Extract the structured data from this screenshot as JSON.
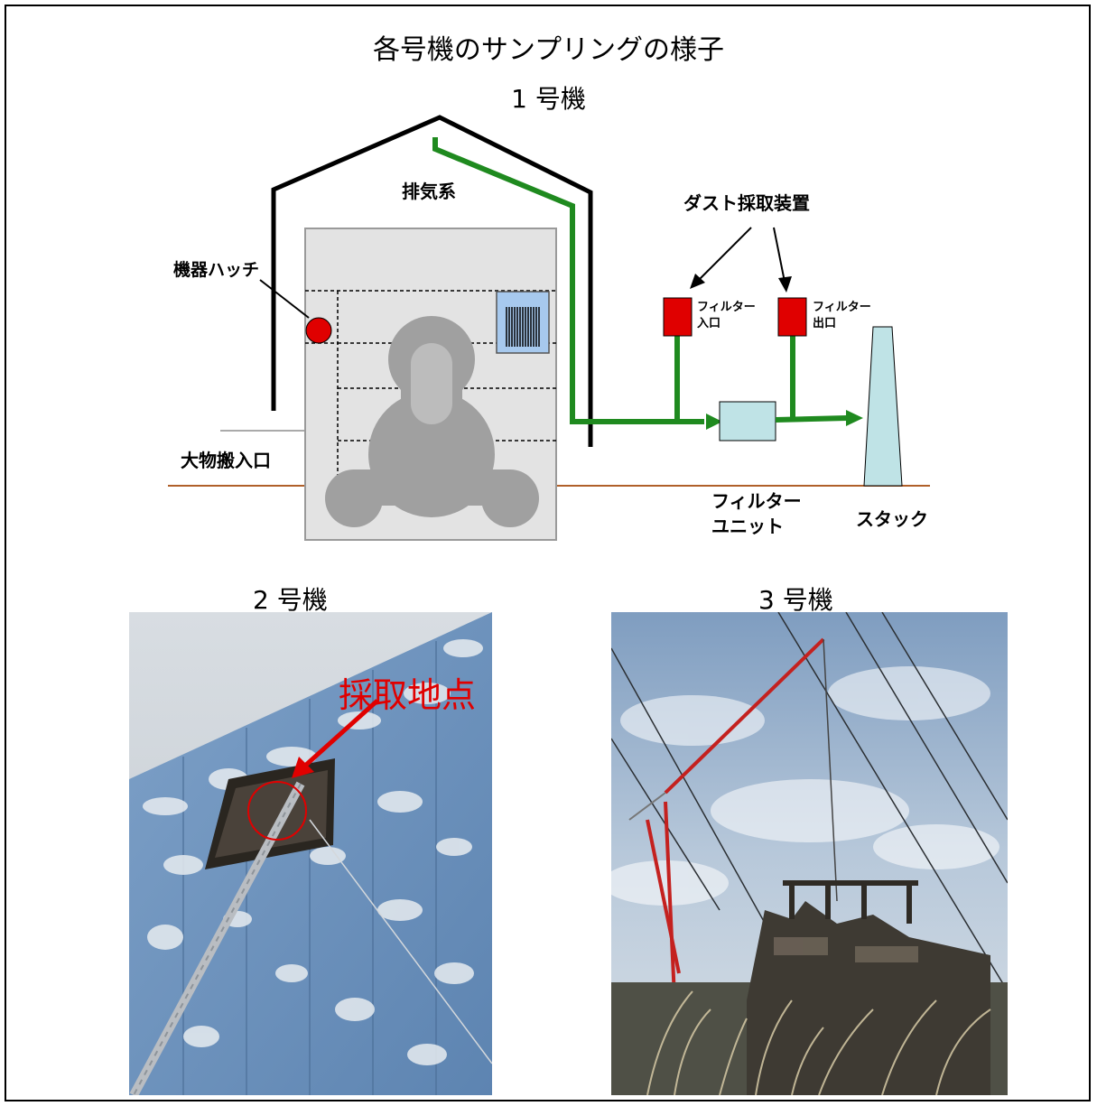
{
  "title": "各号機のサンプリングの様子",
  "unit1": {
    "heading": "1 号機",
    "labels": {
      "exhaust": "排気系",
      "dust_sampler": "ダスト採取装置",
      "equipment_hatch": "機器ハッチ",
      "filter_inlet_line1": "フィルター",
      "filter_inlet_line2": "入口",
      "filter_outlet_line1": "フィルター",
      "filter_outlet_line2": "出口",
      "large_entrance": "大物搬入口",
      "filter_unit_line1": "フィルター",
      "filter_unit_line2": "ユニット",
      "stack": "スタック"
    }
  },
  "unit2": {
    "heading": "2 号機",
    "sampling_point": "採取地点"
  },
  "unit3": {
    "heading": "3 号機"
  },
  "colors": {
    "green_pipe": "#1f8a1f",
    "red_box": "#e00000",
    "filter_unit": "#bfe3e6",
    "reactor": "#a0a0a0",
    "ground": "#b0602a"
  }
}
